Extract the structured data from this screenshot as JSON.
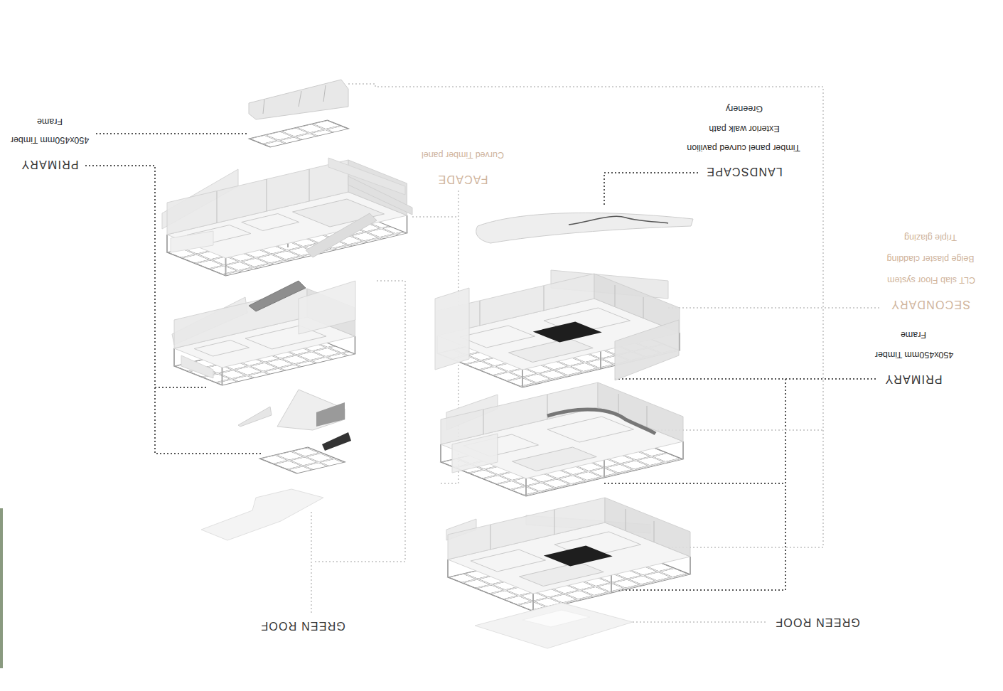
{
  "diagram": {
    "labels": [
      "Frame",
      "450x450mm Timber",
      "PRIMARY",
      "Greenery",
      "Exterior walk path",
      "Timber panel curved pavilion",
      "LANDSCAPE",
      "Curved Timber panel",
      "FACADE",
      "Triple glazing",
      "Beige plaster cladding",
      "CLT slab Floor system",
      "SECONDARY",
      "Frame",
      "450x450mm Timber",
      "PRIMARY",
      "GREEN ROOF",
      "GREEN ROOF"
    ]
  }
}
